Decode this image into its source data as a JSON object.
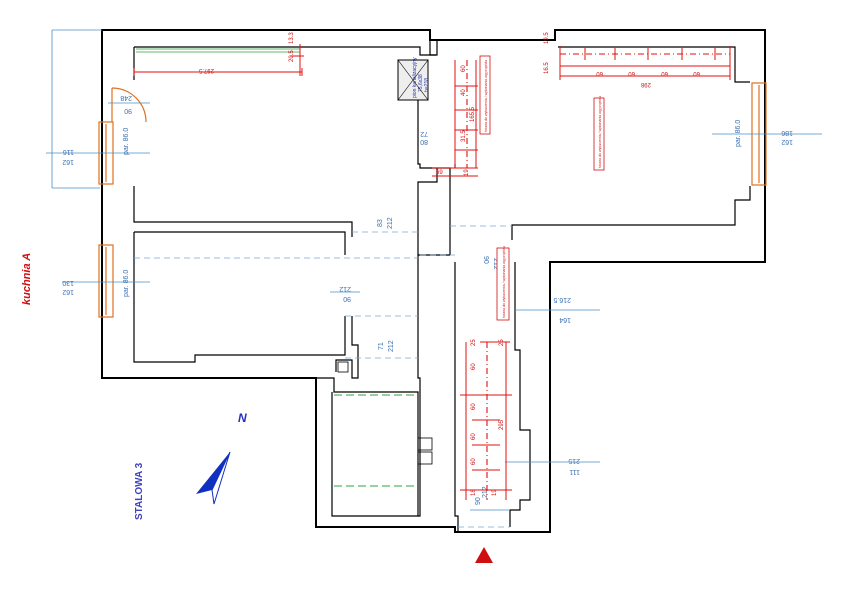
{
  "labels": {
    "kitchen": "kuchnia A",
    "street": "STALOWA 3",
    "north": "N"
  },
  "dims_blue": {
    "win_left_top_a": "116",
    "win_left_top_b": "162",
    "win_left_top_par": "par. 86.0",
    "win_left_bot_a": "130",
    "win_left_bot_b": "162",
    "win_left_bot_par": "par. 86.0",
    "win_right_a": "186",
    "win_right_b": "162",
    "win_right_par": "par. 86.0",
    "door_top": "248",
    "door_top_b": "90",
    "shaft_a": "80",
    "shaft_b": "72",
    "mid_a": "83",
    "mid_b": "212",
    "mid_c": "90",
    "mid_d": "212",
    "corr_a": "212",
    "corr_b": "90",
    "low_a": "71",
    "low_b": "212",
    "right_a": "216.5",
    "right_b": "164",
    "right_c": "215",
    "right_d": "111",
    "bottom_a": "212",
    "bottom_b": "90"
  },
  "dims_red": {
    "top_len": "297.5",
    "top_small_a": "20.5",
    "top_small_b": "13.3",
    "right_top_a": "19.5",
    "right_top_b": "16.5",
    "right_seg_a": "60",
    "right_seg_b": "60",
    "right_seg_c": "60",
    "right_seg_d": "60",
    "right_total": "298",
    "shaft_a": "60",
    "shaft_b": "40",
    "shaft_c": "165.5",
    "shaft_d": "31.5",
    "shaft_e": "69",
    "shaft_f": "19",
    "corr_a": "25",
    "corr_b": "25",
    "corr_c": "60",
    "corr_d": "60",
    "corr_e": "60",
    "corr_f": "60",
    "corr_g": "295",
    "corr_h": "18",
    "corr_i": "19"
  },
  "shaft_label": {
    "line1": "pion kanalizacyjny",
    "line2": "75,6x38",
    "line3": "h=218"
  },
  "notes": {
    "note_shaft": "ściana do wyburzenia / wykonania wg projektu",
    "note_right": "ściana do wyburzenia / wykonania wg projektu",
    "note_corr": "ściana do wyburzenia / wykonania wg projektu"
  },
  "colors": {
    "wall": "#000000",
    "window": "#e07020",
    "dim_blue": "#4a90c8",
    "dim_red": "#e01010",
    "north_arrow": "#1030c0",
    "entry_marker": "#d01010"
  }
}
